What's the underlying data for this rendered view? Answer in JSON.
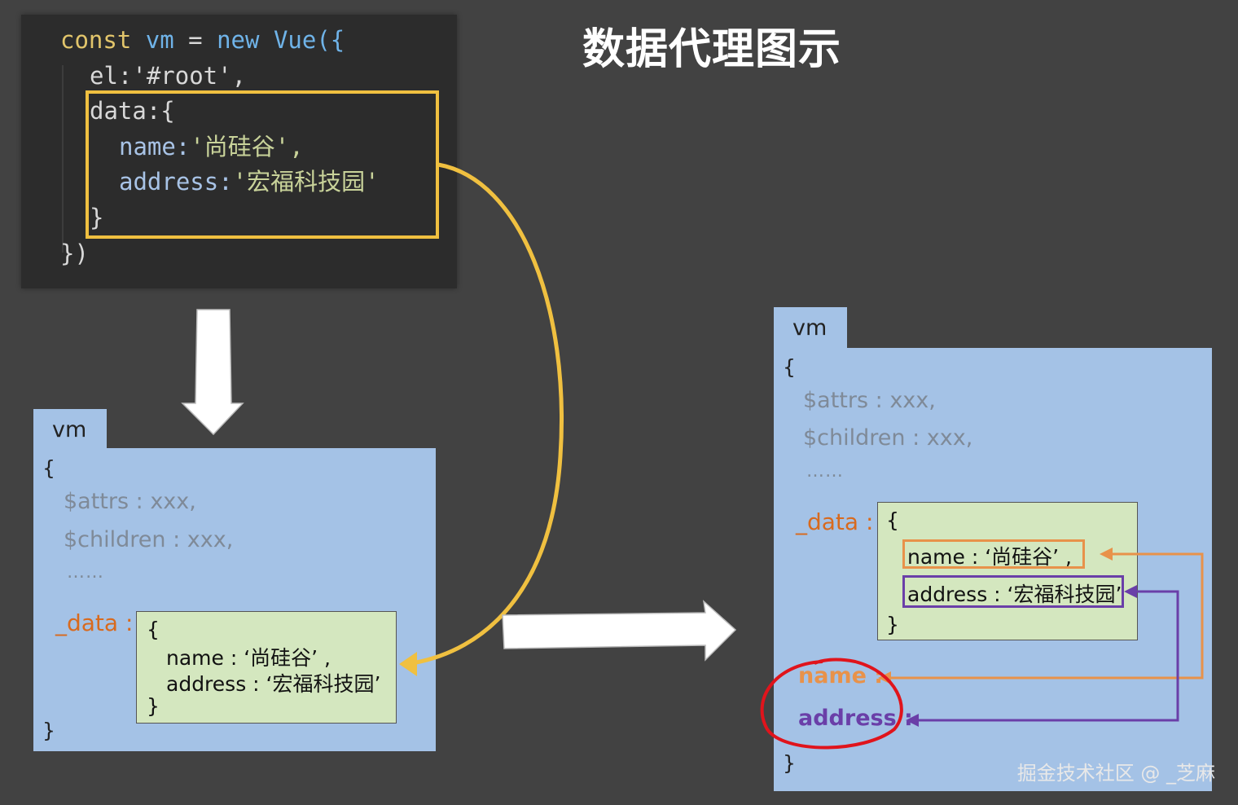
{
  "title": "数据代理图示",
  "code": {
    "line1": {
      "const": "const",
      "vm": "vm",
      "eq": " = ",
      "new": "new",
      "vue": "Vue({"
    },
    "line2": "el:'#root',",
    "line3": "data:{",
    "line4_key": "name:",
    "line4_val": "'尚硅谷',",
    "line5_key": "address:",
    "line5_val": "'宏福科技园'",
    "line6": "}",
    "line7": "})"
  },
  "left_vm": {
    "tab": "vm",
    "open_brace": "{",
    "attrs": "$attrs : xxx,",
    "children": "$children : xxx,",
    "ellipsis": "……",
    "data_label": "_data :",
    "data_open": "{",
    "data_name": "name : ‘尚硅谷’ ,",
    "data_address": "address : ‘宏福科技园’",
    "data_close": "}",
    "close_brace": "}"
  },
  "right_vm": {
    "tab": "vm",
    "open_brace": "{",
    "attrs": "$attrs : xxx,",
    "children": "$children : xxx,",
    "ellipsis": "……",
    "data_label": "_data :",
    "data_open": "{",
    "data_name": "name : ‘尚硅谷’ ,",
    "data_address": "address : ‘宏福科技园’",
    "data_close": "}",
    "proxy_name": "name :",
    "proxy_address": "address :",
    "close_brace": "}"
  },
  "watermark": "掘金技术社区 @ _芝麻",
  "colors": {
    "yellow_highlight": "#f0c040",
    "orange": "#e8924a",
    "purple": "#6a3fa8",
    "red_circle": "#e0141c",
    "vm_blue": "#a4c2e6",
    "data_green": "#d4e7bf"
  }
}
